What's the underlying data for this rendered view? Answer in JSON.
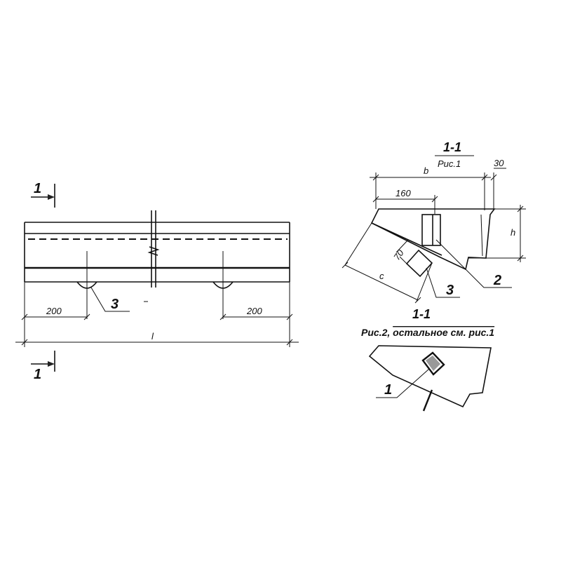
{
  "drawing": {
    "elevation": {
      "section_mark_top": "1",
      "section_mark_bottom": "1",
      "dim_left": "200",
      "dim_right": "200",
      "dim_overall": "l",
      "callout_3": "3"
    },
    "section_1": {
      "title": "1-1",
      "subtitle": "Рис.1",
      "dim_b": "b",
      "dim_30": "30",
      "dim_160": "160",
      "dim_h": "h",
      "dim_70": "70",
      "dim_c": "c",
      "callout_2": "2",
      "callout_3": "3"
    },
    "section_2": {
      "title": "1-1",
      "caption_prefix": "Рис.2, ",
      "caption_rest": "остальное см. рис.1",
      "callout_1": "1"
    }
  }
}
